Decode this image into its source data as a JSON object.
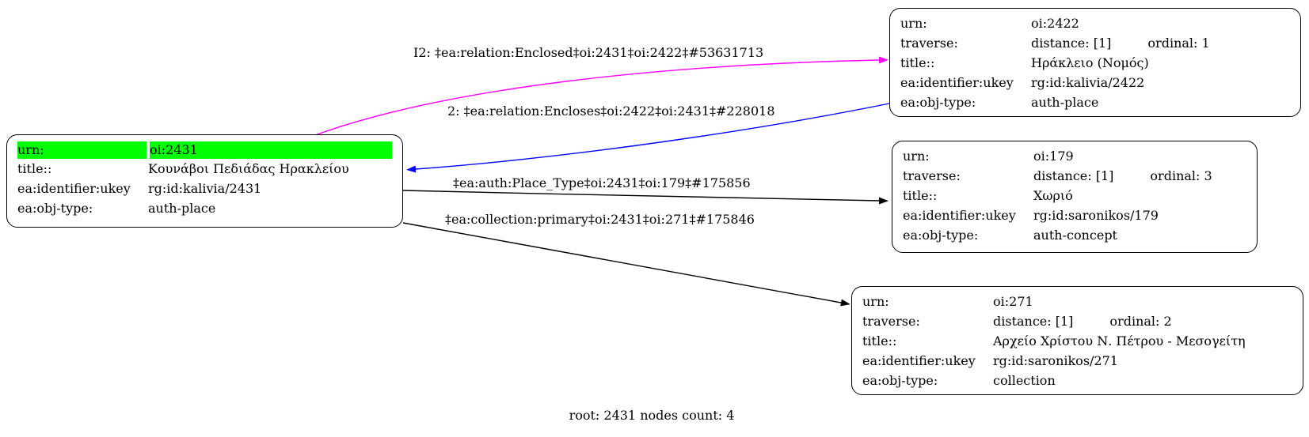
{
  "graph": {
    "label": "root: 2431 nodes count: 4"
  },
  "colors": {
    "highlight": "#00ff00",
    "edge_enclosed": "#ff00ff",
    "edge_encloses": "#0000ff",
    "edge_place_type": "#000000",
    "edge_collection": "#000000"
  },
  "nodes": [
    {
      "id": "oi:2431",
      "rows": [
        {
          "key": "urn:",
          "value": "oi:2431",
          "highlight": true
        },
        {
          "key": "title::",
          "value": "Κουνάβοι Πεδιάδας Ηρακλείου"
        },
        {
          "key": "ea:identifier:ukey",
          "value": "rg:id:kalivia/2431"
        },
        {
          "key": "ea:obj-type:",
          "value": "auth-place"
        }
      ]
    },
    {
      "id": "oi:2422",
      "rows": [
        {
          "key": "urn:",
          "value": "oi:2422"
        },
        {
          "key": "traverse:",
          "value": "distance: [1]",
          "value2": "ordinal: 1"
        },
        {
          "key": "title::",
          "value": "Ηράκλειο (Νομός)"
        },
        {
          "key": "ea:identifier:ukey",
          "value": "rg:id:kalivia/2422"
        },
        {
          "key": "ea:obj-type:",
          "value": "auth-place"
        }
      ]
    },
    {
      "id": "oi:179",
      "rows": [
        {
          "key": "urn:",
          "value": "oi:179"
        },
        {
          "key": "traverse:",
          "value": "distance: [1]",
          "value2": "ordinal: 3"
        },
        {
          "key": "title::",
          "value": "Χωριό"
        },
        {
          "key": "ea:identifier:ukey",
          "value": "rg:id:saronikos/179"
        },
        {
          "key": "ea:obj-type:",
          "value": "auth-concept"
        }
      ]
    },
    {
      "id": "oi:271",
      "rows": [
        {
          "key": "urn:",
          "value": "oi:271"
        },
        {
          "key": "traverse:",
          "value": "distance: [1]",
          "value2": "ordinal: 2"
        },
        {
          "key": "title::",
          "value": "Αρχείο Χρίστου Ν. Πέτρου - Μεσογείτη"
        },
        {
          "key": "ea:identifier:ukey",
          "value": "rg:id:saronikos/271"
        },
        {
          "key": "ea:obj-type:",
          "value": "collection"
        }
      ]
    }
  ],
  "edges": [
    {
      "label": "I2: ‡ea:relation:Enclosed‡oi:2431‡oi:2422‡#53631713",
      "color": "#ff00ff"
    },
    {
      "label": "2: ‡ea:relation:Encloses‡oi:2422‡oi:2431‡#228018",
      "color": "#0000ff"
    },
    {
      "label": "‡ea:auth:Place_Type‡oi:2431‡oi:179‡#175856",
      "color": "#000000"
    },
    {
      "label": "‡ea:collection:primary‡oi:2431‡oi:271‡#175846",
      "color": "#000000"
    }
  ]
}
